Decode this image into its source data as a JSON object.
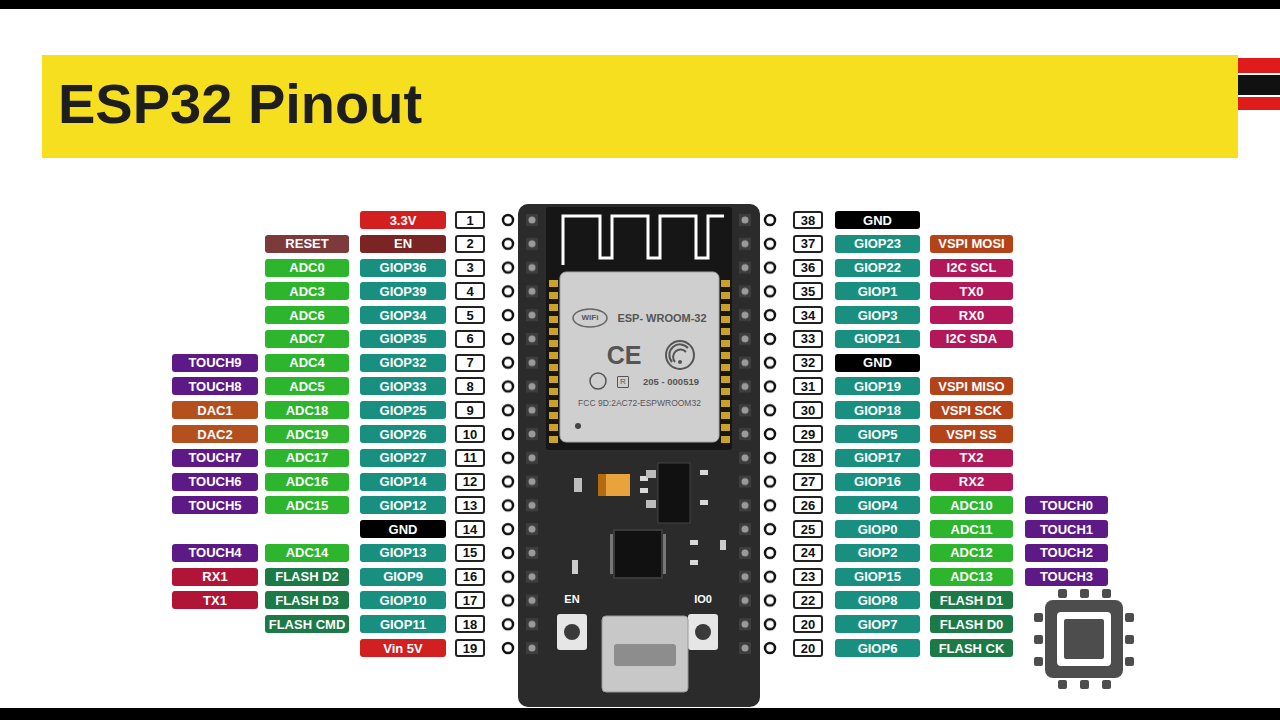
{
  "diagram": {
    "title": "ESP32 Pinout",
    "labels": [
      "3.3V",
      "1",
      "38",
      "GND",
      "RESET",
      "EN",
      "2",
      "37",
      "GIOP23",
      "VSPI MOSI",
      "ADC0",
      "GIOP36",
      "3",
      "36",
      "GIOP22",
      "I2C SCL",
      "ADC3",
      "GIOP39",
      "4",
      "35",
      "GIOP1",
      "TX0",
      "ADC6",
      "GIOP34",
      "5",
      "34",
      "GIOP3",
      "RX0",
      "ADC7",
      "GIOP35",
      "6",
      "33",
      "GIOP21",
      "I2C SDA",
      "TOUCH9",
      "ADC4",
      "GIOP32",
      "7",
      "32",
      "GND",
      "TOUCH8",
      "ADC5",
      "GIOP33",
      "8",
      "31",
      "GIOP19",
      "VSPI MISO",
      "DAC1",
      "ADC18",
      "GIOP25",
      "9",
      "30",
      "GIOP18",
      "VSPI SCK",
      "DAC2",
      "ADC19",
      "GIOP26",
      "10",
      "29",
      "GIOP5",
      "VSPI SS",
      "TOUCH7",
      "ADC17",
      "GIOP27",
      "11",
      "28",
      "GIOP17",
      "TX2",
      "TOUCH6",
      "ADC16",
      "GIOP14",
      "12",
      "27",
      "GIOP16",
      "RX2",
      "TOUCH5",
      "ADC15",
      "GIOP12",
      "13",
      "26",
      "GIOP4",
      "ADC10",
      "TOUCH0",
      "GND",
      "14",
      "25",
      "GIOP0",
      "ADC11",
      "TOUCH1",
      "TOUCH4",
      "ADC14",
      "GIOP13",
      "15",
      "24",
      "GIOP2",
      "ADC12",
      "TOUCH2",
      "RX1",
      "FLASH D2",
      "GIOP9",
      "16",
      "23",
      "GIOP15",
      "ADC13",
      "TOUCH3",
      "TX1",
      "FLASH D3",
      "GIOP10",
      "17",
      "22",
      "GIOP8",
      "FLASH D1",
      "FLASH CMD",
      "GIOP11",
      "18",
      "20",
      "GIOP7",
      "FLASH D0",
      "Vin 5V",
      "19",
      "20",
      "GIOP6",
      "FLASH CK",
      "WiFi",
      "ESP- WROOM-32",
      "CE",
      "R",
      "205 - 000519",
      "FCC 9D:2AC72-ESPWROOM32",
      "EN",
      "IO0"
    ]
  }
}
